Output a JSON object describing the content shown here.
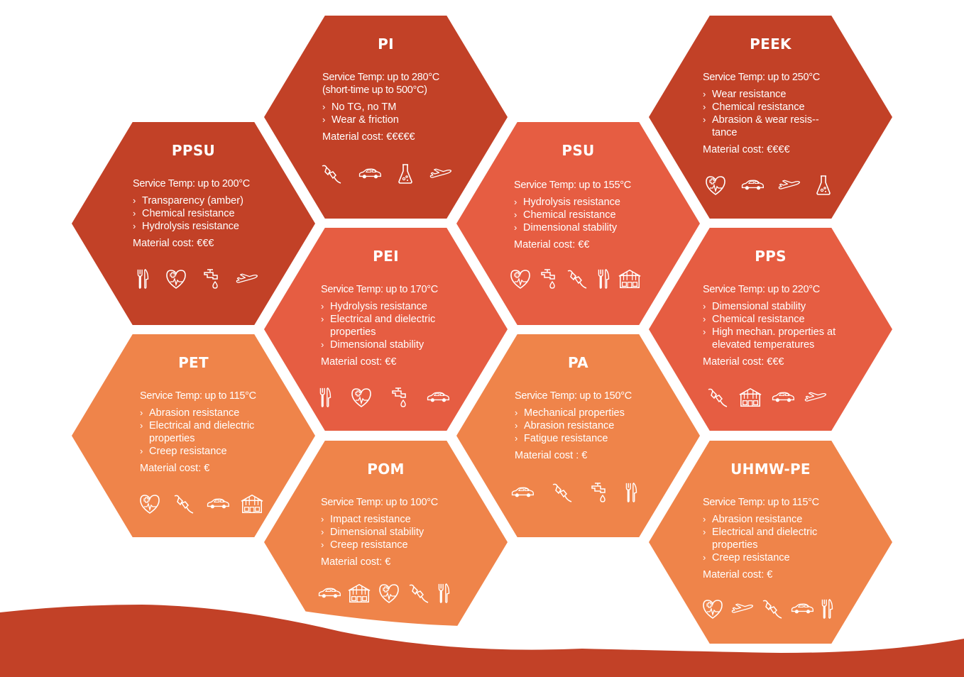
{
  "colors": {
    "dark": "#C24127",
    "mid": "#E65D42",
    "light": "#EF844A",
    "wave": "#C24127"
  },
  "materials": {
    "pi": {
      "name": "PI",
      "temp": "Service Temp: up to 280°C",
      "temp_note": "(short-time up to 500°C)",
      "props": [
        "No TG, no TM",
        "Wear & friction"
      ],
      "cost": "Material cost: €€€€€",
      "icons": [
        "plug-icon",
        "car-icon",
        "flask-icon",
        "airplane-icon"
      ]
    },
    "peek": {
      "name": "PEEK",
      "temp": "Service Temp: up to 250°C",
      "props": [
        "Wear resistance",
        "Chemical resistance",
        "Abrasion & wear resis-­tance"
      ],
      "cost": "Material cost: €€€€",
      "icons": [
        "medical-heart-icon",
        "car-icon",
        "airplane-icon",
        "flask-icon"
      ]
    },
    "ppsu": {
      "name": "PPSU",
      "temp": "Service Temp: up to 200°C",
      "props": [
        "Transparency (amber)",
        "Chemical resistance",
        "Hydrolysis resistance"
      ],
      "cost": "Material cost: €€€",
      "icons": [
        "cutlery-icon",
        "medical-heart-icon",
        "water-tap-icon",
        "airplane-icon"
      ]
    },
    "psu": {
      "name": "PSU",
      "temp": "Service Temp: up to 155°C",
      "props": [
        "Hydrolysis resistance",
        "Chemical resistance",
        "Dimensional stability"
      ],
      "cost": "Material cost: €€",
      "icons": [
        "medical-heart-icon",
        "water-tap-icon",
        "plug-icon",
        "cutlery-icon",
        "building-icon"
      ]
    },
    "pei": {
      "name": "PEI",
      "temp": "Service Temp: up to 170°C",
      "props": [
        "Hydrolysis resistance",
        "Electrical and dielectric properties",
        "Dimensional stability"
      ],
      "cost": "Material cost: €€",
      "icons": [
        "cutlery-icon",
        "medical-heart-icon",
        "water-tap-icon",
        "car-icon"
      ]
    },
    "pps": {
      "name": "PPS",
      "temp": "Service Temp: up to 220°C",
      "props": [
        "Dimensional stability",
        "Chemical resistance",
        "High mechan. properties at elevated temperatures"
      ],
      "cost": "Material cost: €€€",
      "icons": [
        "plug-icon",
        "building-icon",
        "car-icon",
        "airplane-icon"
      ]
    },
    "pet": {
      "name": "PET",
      "temp": "Service Temp: up to 115°C",
      "props": [
        "Abrasion resistance",
        "Electrical and dielectric properties",
        "Creep resistance"
      ],
      "cost": "Material cost: €",
      "icons": [
        "medical-heart-icon",
        "plug-icon",
        "car-icon",
        "building-icon"
      ]
    },
    "pa": {
      "name": "PA",
      "temp": "Service Temp: up to 150°C",
      "props": [
        "Mechanical properties",
        "Abrasion resistance",
        "Fatigue resistance"
      ],
      "cost": "Material cost : €",
      "icons": [
        "car-icon",
        "plug-icon",
        "water-tap-icon",
        "cutlery-icon"
      ]
    },
    "pom": {
      "name": "POM",
      "temp": "Service Temp: up to 100°C",
      "props": [
        "Impact resistance",
        "Dimensional stability",
        "Creep resistance"
      ],
      "cost": "Material cost: €",
      "icons": [
        "car-icon",
        "building-icon",
        "medical-heart-icon",
        "plug-icon",
        "cutlery-icon"
      ]
    },
    "uhmwpe": {
      "name": "UHMW-PE",
      "temp": "Service Temp: up to 115°C",
      "props": [
        "Abrasion resistance",
        "Electrical and dielectric properties",
        "Creep resistance"
      ],
      "cost": "Material cost: €",
      "icons": [
        "medical-heart-icon",
        "airplane-icon",
        "plug-icon",
        "car-icon",
        "cutlery-icon"
      ]
    }
  }
}
